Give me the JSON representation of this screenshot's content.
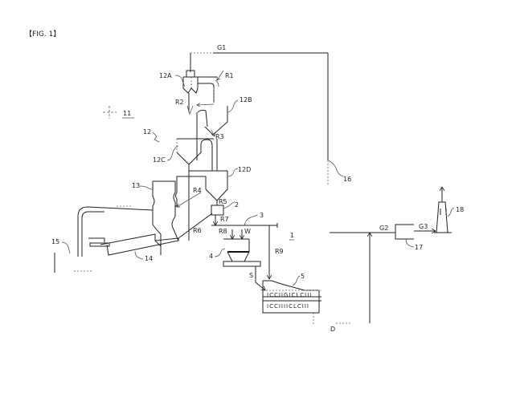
{
  "figure": {
    "title": "【FIG. 1】"
  },
  "labels": {
    "system": "1",
    "plant": "11",
    "l2": "2",
    "l3": "3",
    "l4": "4",
    "l5": "5",
    "l12": "12",
    "l12A": "12A",
    "l12B": "12B",
    "l12C": "12C",
    "l12D": "12D",
    "l13": "13",
    "l14": "14",
    "l15": "15",
    "l16": "16",
    "l17": "17",
    "l18": "18",
    "G1": "G1",
    "G2": "G2",
    "G3": "G3",
    "R1": "R1",
    "R2": "R2",
    "R3": "R3",
    "R4": "R4",
    "R5": "R5",
    "R6": "R6",
    "R7": "R7",
    "R8": "R8",
    "R9": "R9",
    "W": "W",
    "S": "S",
    "D": "D"
  },
  "colors": {
    "line": "#222222",
    "background": "#ffffff"
  }
}
